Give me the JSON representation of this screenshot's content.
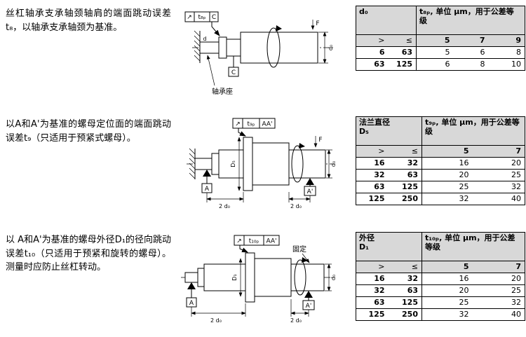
{
  "sections": [
    {
      "description": "丝杠轴承支承轴颈轴肩的端面跳动误差 t₈，以轴承支承轴颈为基准。",
      "diagram": {
        "frame": {
          "symbol": "↗",
          "tolerance": "t₈ₚ",
          "datum": "C"
        },
        "labels": {
          "journal_dia": "d",
          "datum_box": "C",
          "bearing_seat": "轴承座",
          "force": "F",
          "screw_dia": "d₀"
        }
      },
      "table": {
        "row_header": "d₀",
        "value_header": "t₈ₚ, 单位 μm，用于公差等级",
        "col_gt": ">",
        "col_le": "≤",
        "grades": [
          "5",
          "7",
          "9"
        ],
        "rows": [
          {
            "gt": "6",
            "le": "63",
            "v": [
              "5",
              "6",
              "8"
            ]
          },
          {
            "gt": "63",
            "le": "125",
            "v": [
              "6",
              "8",
              "10"
            ]
          }
        ]
      }
    },
    {
      "description": "以A和A'为基准的螺母定位面的端面跳动误差t₉（只适用于预紧式螺母）。",
      "diagram": {
        "frame": {
          "symbol": "↗",
          "tolerance": "t₉ₚ",
          "datum": "AA'"
        },
        "labels": {
          "flange_dia": "D₅",
          "datum_a": "A",
          "datum_a_prime": "A'",
          "dim_left": "2 d₀",
          "dim_right": "2 d₀",
          "force": "F",
          "screw_dia": "d₀"
        }
      },
      "table": {
        "row_header": "法兰直径\nD₅",
        "value_header": "t₉ₚ, 单位 μm，用于公差等级",
        "col_gt": ">",
        "col_le": "≤",
        "grades": [
          "5",
          "7"
        ],
        "rows": [
          {
            "gt": "16",
            "le": "32",
            "v": [
              "16",
              "20"
            ]
          },
          {
            "gt": "32",
            "le": "63",
            "v": [
              "20",
              "25"
            ]
          },
          {
            "gt": "63",
            "le": "125",
            "v": [
              "25",
              "32"
            ]
          },
          {
            "gt": "125",
            "le": "250",
            "v": [
              "32",
              "40"
            ]
          }
        ]
      }
    },
    {
      "description": "以 A和A'为基准的螺母外径D₁的径向跳动误差t₁₀（只适用于预紧和旋转的螺母）。测量时应防止丝杠转动。",
      "diagram": {
        "frame": {
          "symbol": "↗",
          "tolerance": "t₁₀ₚ",
          "datum": "AA'"
        },
        "labels": {
          "fixed": "固定",
          "nut_dia": "D₁",
          "datum_a": "A",
          "datum_a_prime": "A'",
          "dim_left": "2 d₀",
          "dim_right": "2 d₀",
          "screw_dia": "d₀"
        }
      },
      "table": {
        "row_header": "外径\nD₁",
        "value_header": "t₁₀ₚ, 单位 μm，用于公差等级",
        "col_gt": ">",
        "col_le": "≤",
        "grades": [
          "5",
          "7"
        ],
        "rows": [
          {
            "gt": "16",
            "le": "32",
            "v": [
              "16",
              "20"
            ]
          },
          {
            "gt": "32",
            "le": "63",
            "v": [
              "20",
              "25"
            ]
          },
          {
            "gt": "63",
            "le": "125",
            "v": [
              "25",
              "32"
            ]
          },
          {
            "gt": "125",
            "le": "250",
            "v": [
              "32",
              "40"
            ]
          }
        ]
      }
    }
  ],
  "colors": {
    "table_header_bg": "#d8d8d8",
    "line": "#000000",
    "background": "#ffffff"
  }
}
